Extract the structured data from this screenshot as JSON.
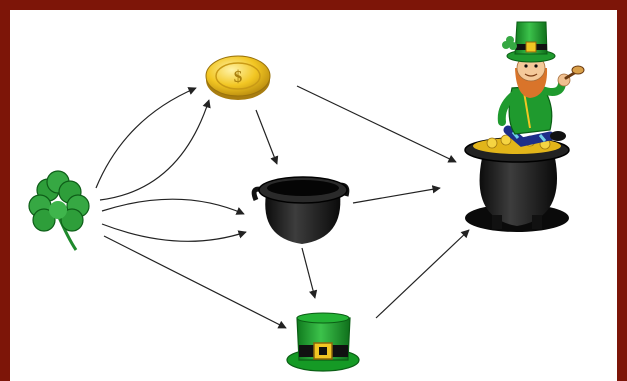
{
  "diagram": {
    "nodes": [
      {
        "id": "shamrock",
        "icon": "shamrock-icon"
      },
      {
        "id": "coin",
        "icon": "gold-coin-icon",
        "symbol": "$"
      },
      {
        "id": "pot",
        "icon": "black-pot-icon"
      },
      {
        "id": "hat",
        "icon": "green-hat-icon"
      },
      {
        "id": "leprechaun",
        "icon": "leprechaun-with-pot-of-gold-icon"
      }
    ],
    "edges": [
      {
        "from": "shamrock",
        "to": "coin",
        "count": 2
      },
      {
        "from": "shamrock",
        "to": "pot",
        "count": 2
      },
      {
        "from": "shamrock",
        "to": "hat",
        "count": 1
      },
      {
        "from": "coin",
        "to": "pot",
        "count": 1
      },
      {
        "from": "coin",
        "to": "leprechaun",
        "count": 1
      },
      {
        "from": "pot",
        "to": "hat",
        "count": 1
      },
      {
        "from": "pot",
        "to": "leprechaun",
        "count": 1
      },
      {
        "from": "hat",
        "to": "leprechaun",
        "count": 1
      }
    ],
    "colors": {
      "frame": "#7d1508",
      "arrow": "#222222",
      "green": "#1f9a2e",
      "gold": "#e2b51a",
      "pot": "#1a1a1a"
    }
  }
}
